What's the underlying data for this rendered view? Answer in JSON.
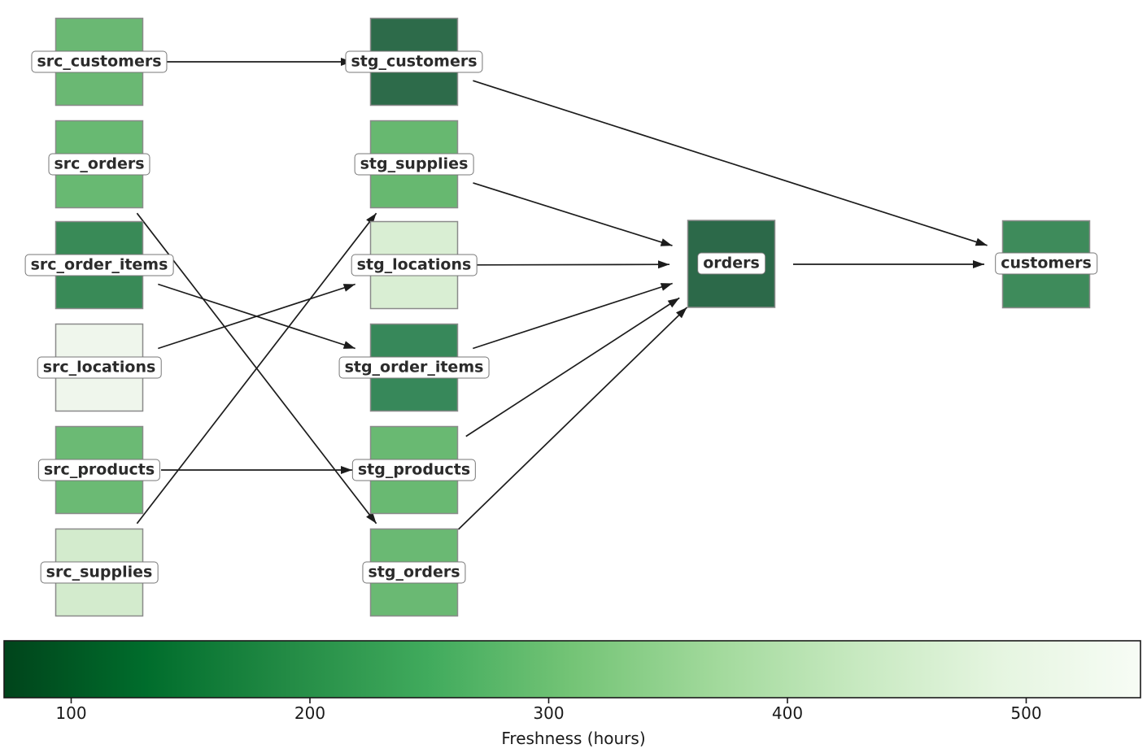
{
  "graph": {
    "nodes": {
      "src_customers": {
        "label": "src_customers",
        "color": "#6ab873"
      },
      "src_orders": {
        "label": "src_orders",
        "color": "#68b972"
      },
      "src_order_items": {
        "label": "src_order_items",
        "color": "#398a57"
      },
      "src_locations": {
        "label": "src_locations",
        "color": "#eff6ec"
      },
      "src_products": {
        "label": "src_products",
        "color": "#6bba74"
      },
      "src_supplies": {
        "label": "src_supplies",
        "color": "#d3ebcd"
      },
      "stg_customers": {
        "label": "stg_customers",
        "color": "#2d6b4a"
      },
      "stg_supplies": {
        "label": "stg_supplies",
        "color": "#67b870"
      },
      "stg_locations": {
        "label": "stg_locations",
        "color": "#d9eed3"
      },
      "stg_order_items": {
        "label": "stg_order_items",
        "color": "#37885a"
      },
      "stg_products": {
        "label": "stg_products",
        "color": "#69b972"
      },
      "stg_orders": {
        "label": "stg_orders",
        "color": "#6ab973"
      },
      "orders": {
        "label": "orders",
        "color": "#2c6949"
      },
      "customers": {
        "label": "customers",
        "color": "#3e8b5b"
      }
    },
    "edges": [
      {
        "from": "src_customers",
        "to": "stg_customers"
      },
      {
        "from": "src_orders",
        "to": "stg_orders"
      },
      {
        "from": "src_order_items",
        "to": "stg_order_items"
      },
      {
        "from": "src_locations",
        "to": "stg_locations"
      },
      {
        "from": "src_products",
        "to": "stg_products"
      },
      {
        "from": "src_supplies",
        "to": "stg_supplies"
      },
      {
        "from": "stg_customers",
        "to": "customers"
      },
      {
        "from": "stg_supplies",
        "to": "orders"
      },
      {
        "from": "stg_locations",
        "to": "orders"
      },
      {
        "from": "stg_order_items",
        "to": "orders"
      },
      {
        "from": "stg_products",
        "to": "orders"
      },
      {
        "from": "stg_orders",
        "to": "orders"
      },
      {
        "from": "orders",
        "to": "customers"
      }
    ]
  },
  "colorbar": {
    "label": "Freshness (hours)",
    "ticks": [
      "100",
      "200",
      "300",
      "400",
      "500"
    ],
    "gradient_stops": [
      "#00441b",
      "#006d2c",
      "#238b45",
      "#41ab5d",
      "#74c476",
      "#a1d99b",
      "#c7e9c0",
      "#e5f5e0",
      "#f7fcf5"
    ]
  },
  "style": {
    "edge_color": "#1c1c1c",
    "node_border_color": "#8a8a8a",
    "label_border_color": "#777777",
    "background": "#ffffff"
  }
}
